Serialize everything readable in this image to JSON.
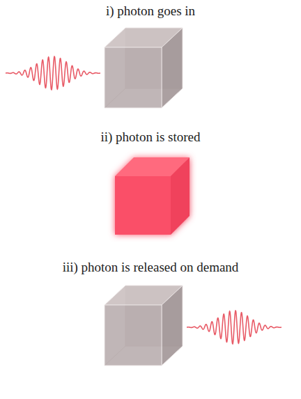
{
  "diagram": {
    "labels": [
      "i) photon goes in",
      "ii) photon is stored",
      "iii) photon is released on demand"
    ]
  }
}
